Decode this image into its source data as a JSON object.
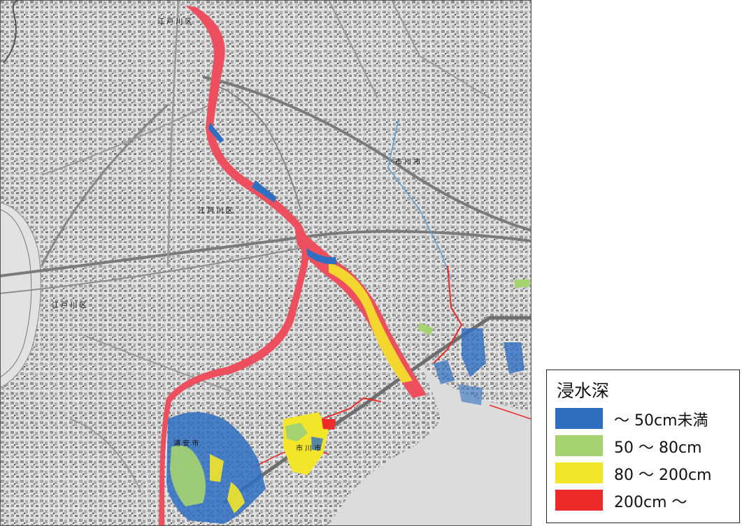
{
  "map": {
    "place_labels": [
      {
        "id": "edogawa-ku-north",
        "text": "江 戸 川 区"
      },
      {
        "id": "edogawa-ku-mid",
        "text": "江 戸 川 区"
      },
      {
        "id": "edogawa-ku-west",
        "text": "江 戸 川 区"
      },
      {
        "id": "urayasu-shi",
        "text": "浦 安 市"
      },
      {
        "id": "ichikawa-shi",
        "text": "市 川 市"
      },
      {
        "id": "ichikawa-shi-east",
        "text": "市 川 市"
      }
    ],
    "depth_classes": [
      {
        "id": "under50",
        "color": "#2e6fc2"
      },
      {
        "id": "50to80",
        "color": "#a6d36f"
      },
      {
        "id": "80to200",
        "color": "#f3e62a"
      },
      {
        "id": "over200",
        "color": "#ee2a2a"
      }
    ],
    "river_color": "#ee4f5f"
  },
  "legend": {
    "title": "浸水深",
    "items": [
      {
        "label": "～ 50cm未満",
        "color": "#2e6fc2"
      },
      {
        "label": "50 ～ 80cm",
        "color": "#a6d36f"
      },
      {
        "label": "80 ～ 200cm",
        "color": "#f3e62a"
      },
      {
        "label": "200cm ～",
        "color": "#ee2a2a"
      }
    ]
  }
}
